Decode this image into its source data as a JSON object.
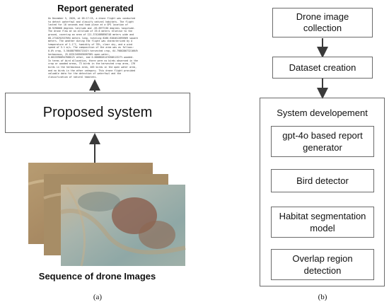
{
  "panel_a": {
    "report_title": "Report generated",
    "report_lines": [
      "On December 5, 2020, at 05:17:15, a drone flight was conducted",
      "to detect waterfowl and classify natural habitats. The flight",
      "lasted for 10 seconds and took place at a GPS location of",
      "38.9298068 degrees latitude and -83.6977236 degrees longitude.",
      "The drone flew at an altitude of 29.6 meters relative to the",
      "ground, covering an area of 121.3742689890748 meters wide and",
      "68.2718292537094 meters long, totaling 8286.9284612695969 square",
      "meters. The weather during the flight was characterized by a",
      "temperature of 1.1°C, humidity of 78%, clear sky, and a wind",
      "speed of 5.1 m/s. The composition of the area was as follows:",
      "0.0% crop, 5.564807989471541% harvested crop, 64.79802867321664%",
      "herbaceous, 25.0331349583658798% open water,",
      "0.0013390894768812% other, and 0.0008826147030612327% wooded.",
      "In terms of bird allocation, there were no birds observed in the",
      "crop or wooded areas, 73 birds in the harvested crop area, 176",
      "birds in the herbaceous area, 463 birds in the open water area,",
      "and no birds in the other category. This drone flight provided",
      "valuable data for the detection of waterfowl and the",
      "classification of natural habitats."
    ],
    "proposed_system": "Proposed system",
    "sequence_label": "Sequence of drone Images",
    "caption": "(a)"
  },
  "panel_b": {
    "drone_collection": "Drone image collection",
    "dataset_creation": "Dataset creation",
    "system_development": "System developement",
    "modules": [
      "gpt-4o based report generator",
      "Bird detector",
      "Habitat segmentation model",
      "Overlap region detection"
    ],
    "caption": "(b)"
  },
  "colors": {
    "box_border": "#6b6b6b",
    "arrow": "#3a3a3a",
    "text": "#111111"
  }
}
